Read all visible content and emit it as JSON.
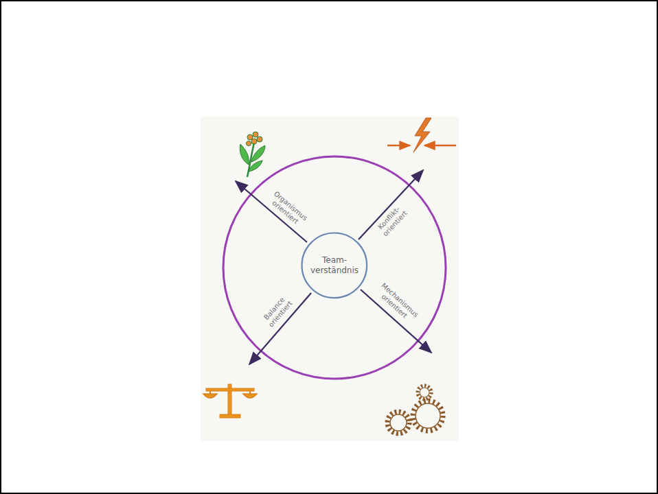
{
  "diagram": {
    "nodes": [
      {
        "text": [
          "Team- verständnis"
        ]
      }
    ],
    "labels": [
      "Organismus orientiert",
      "Konflikt- orientiert",
      "Balance orientiert",
      "Mechanismus orientiert"
    ]
  }
}
